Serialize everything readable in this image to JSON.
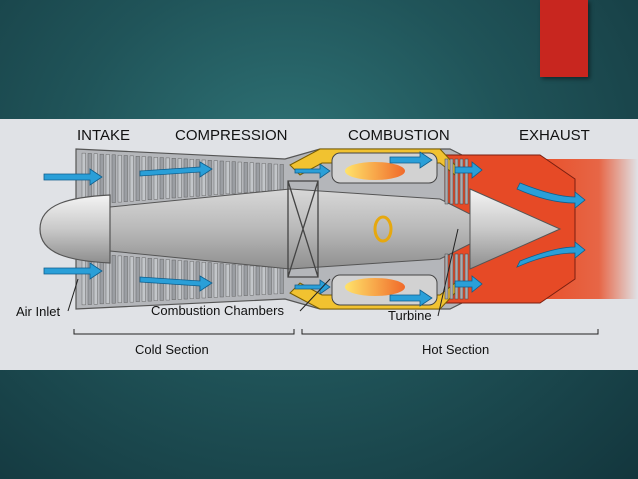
{
  "colors": {
    "background": "#205459",
    "accent_red": "#c8261f",
    "panel": "#e0e2e6",
    "flame": "#f06a2a",
    "air_flow": "#2a9fd8",
    "casing_yellow": "#f1c230"
  },
  "stages": {
    "intake": "INTAKE",
    "compression": "COMPRESSION",
    "combustion": "COMBUSTION",
    "exhaust": "EXHAUST"
  },
  "callouts": {
    "air_inlet": "Air Inlet",
    "combustion_chambers": "Combustion Chambers",
    "turbine": "Turbine"
  },
  "sections": {
    "cold": "Cold Section",
    "hot": "Hot Section"
  }
}
